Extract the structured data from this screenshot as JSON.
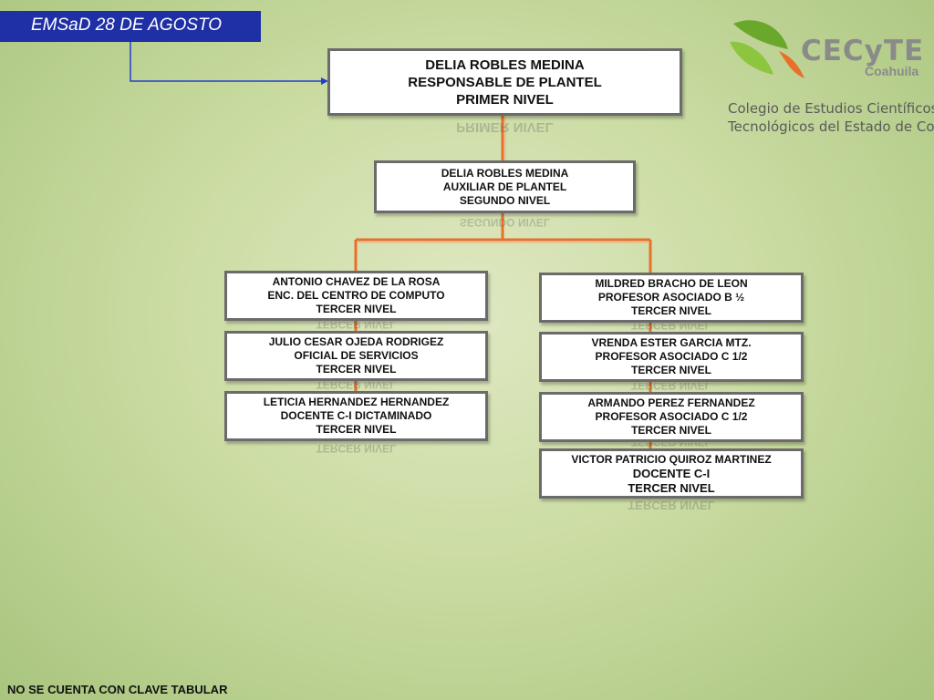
{
  "header": {
    "title": "EMSaD 28 DE AGOSTO"
  },
  "logo": {
    "brand": "CECyTE",
    "region": "Coahuila",
    "line1": "Colegio de Estudios Científicos y",
    "line2": "Tecnológicos del Estado de Coahuila"
  },
  "org": {
    "top": {
      "lines": [
        "DELIA ROBLES MEDINA",
        "RESPONSABLE DE PLANTEL",
        "PRIMER NIVEL"
      ]
    },
    "second": {
      "lines": [
        "DELIA ROBLES MEDINA",
        "AUXILIAR DE PLANTEL",
        "SEGUNDO NIVEL"
      ]
    },
    "left": [
      {
        "lines": [
          "ANTONIO CHAVEZ DE LA ROSA",
          "ENC. DEL CENTRO DE COMPUTO",
          "TERCER NIVEL"
        ]
      },
      {
        "lines": [
          "JULIO CESAR  OJEDA RODRIGEZ",
          "OFICIAL DE  SERVICIOS",
          "TERCER NIVEL"
        ]
      },
      {
        "lines": [
          "LETICIA HERNANDEZ HERNANDEZ",
          "DOCENTE C-I DICTAMINADO",
          "TERCER NIVEL"
        ]
      }
    ],
    "right": [
      {
        "lines": [
          "MILDRED BRACHO DE LEON",
          "PROFESOR ASOCIADO B ½",
          "TERCER NIVEL"
        ]
      },
      {
        "lines": [
          "VRENDA ESTER GARCIA MTZ.",
          "PROFESOR ASOCIADO C 1/2",
          "TERCER NIVEL"
        ]
      },
      {
        "lines": [
          "ARMANDO PEREZ FERNANDEZ",
          "PROFESOR ASOCIADO C 1/2",
          "TERCER NIVEL"
        ]
      },
      {
        "lines": [
          "VICTOR PATRICIO QUIROZ MARTINEZ",
          "DOCENTE C-I",
          "TERCER NIVEL"
        ]
      }
    ]
  },
  "colors": {
    "connector": "#e8702a",
    "arrow": "#1f3fcf",
    "title_bg": "#1f2fa5"
  },
  "footer": {
    "note": "NO SE CUENTA CON CLAVE TABULAR"
  }
}
